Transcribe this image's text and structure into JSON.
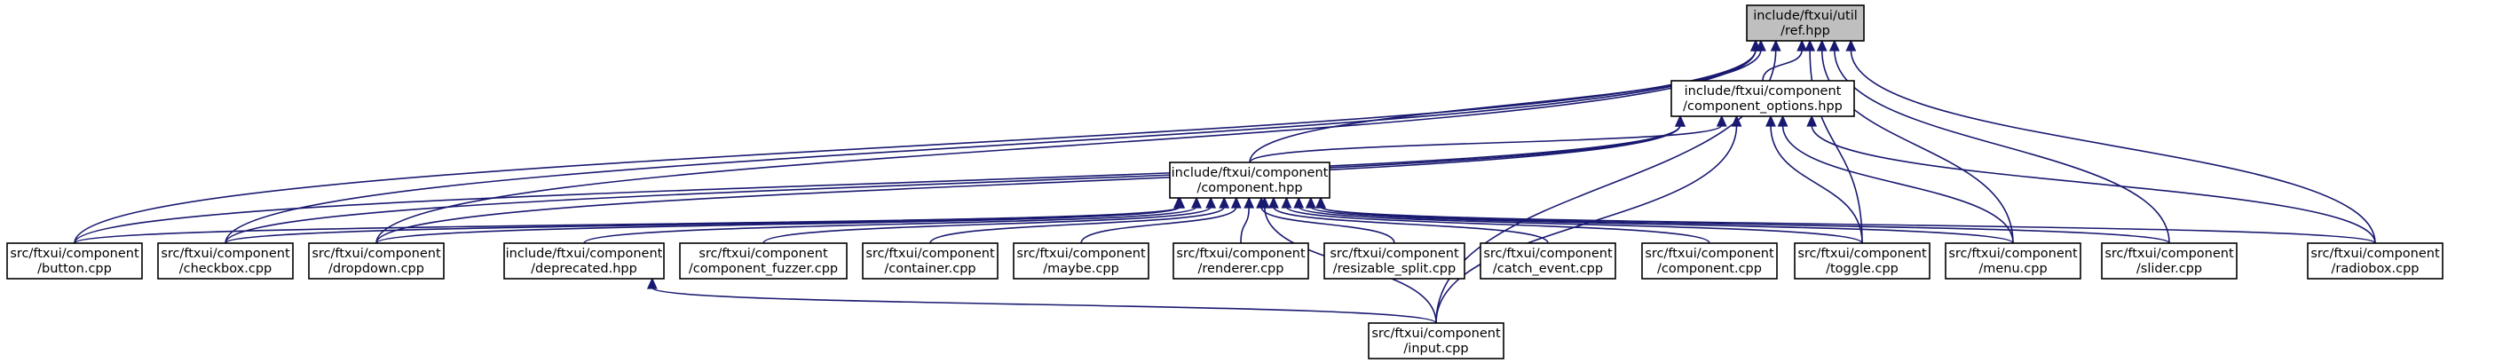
{
  "graph": {
    "nodes": [
      {
        "id": "ref",
        "root": true,
        "lines": [
          "include/ftxui/util",
          "/ref.hpp"
        ]
      },
      {
        "id": "opts",
        "lines": [
          "include/ftxui/component",
          "/component_options.hpp"
        ]
      },
      {
        "id": "comp",
        "lines": [
          "include/ftxui/component",
          "/component.hpp"
        ]
      },
      {
        "id": "button",
        "lines": [
          "src/ftxui/component",
          "/button.cpp"
        ]
      },
      {
        "id": "checkbox",
        "lines": [
          "src/ftxui/component",
          "/checkbox.cpp"
        ]
      },
      {
        "id": "dropdown",
        "lines": [
          "src/ftxui/component",
          "/dropdown.cpp"
        ]
      },
      {
        "id": "deprecated",
        "lines": [
          "include/ftxui/component",
          "/deprecated.hpp"
        ]
      },
      {
        "id": "fuzzer",
        "lines": [
          "src/ftxui/component",
          "/component_fuzzer.cpp"
        ]
      },
      {
        "id": "container",
        "lines": [
          "src/ftxui/component",
          "/container.cpp"
        ]
      },
      {
        "id": "maybe",
        "lines": [
          "src/ftxui/component",
          "/maybe.cpp"
        ]
      },
      {
        "id": "renderer",
        "lines": [
          "src/ftxui/component",
          "/renderer.cpp"
        ]
      },
      {
        "id": "resizable",
        "lines": [
          "src/ftxui/component",
          "/resizable_split.cpp"
        ]
      },
      {
        "id": "catch",
        "lines": [
          "src/ftxui/component",
          "/catch_event.cpp"
        ]
      },
      {
        "id": "componentcpp",
        "lines": [
          "src/ftxui/component",
          "/component.cpp"
        ]
      },
      {
        "id": "toggle",
        "lines": [
          "src/ftxui/component",
          "/toggle.cpp"
        ]
      },
      {
        "id": "menu",
        "lines": [
          "src/ftxui/component",
          "/menu.cpp"
        ]
      },
      {
        "id": "slider",
        "lines": [
          "src/ftxui/component",
          "/slider.cpp"
        ]
      },
      {
        "id": "radiobox",
        "lines": [
          "src/ftxui/component",
          "/radiobox.cpp"
        ]
      },
      {
        "id": "input",
        "lines": [
          "src/ftxui/component",
          "/input.cpp"
        ]
      }
    ],
    "edges": [
      [
        "button",
        "ref"
      ],
      [
        "checkbox",
        "ref"
      ],
      [
        "dropdown",
        "ref"
      ],
      [
        "comp",
        "ref"
      ],
      [
        "opts",
        "ref"
      ],
      [
        "toggle",
        "ref"
      ],
      [
        "menu",
        "ref"
      ],
      [
        "slider",
        "ref"
      ],
      [
        "radiobox",
        "ref"
      ],
      [
        "input",
        "ref"
      ],
      [
        "comp",
        "opts"
      ],
      [
        "button",
        "opts"
      ],
      [
        "checkbox",
        "opts"
      ],
      [
        "dropdown",
        "opts"
      ],
      [
        "toggle",
        "opts"
      ],
      [
        "menu",
        "opts"
      ],
      [
        "radiobox",
        "opts"
      ],
      [
        "input",
        "opts"
      ],
      [
        "button",
        "comp"
      ],
      [
        "checkbox",
        "comp"
      ],
      [
        "dropdown",
        "comp"
      ],
      [
        "deprecated",
        "comp"
      ],
      [
        "fuzzer",
        "comp"
      ],
      [
        "container",
        "comp"
      ],
      [
        "maybe",
        "comp"
      ],
      [
        "renderer",
        "comp"
      ],
      [
        "resizable",
        "comp"
      ],
      [
        "catch",
        "comp"
      ],
      [
        "componentcpp",
        "comp"
      ],
      [
        "toggle",
        "comp"
      ],
      [
        "menu",
        "comp"
      ],
      [
        "slider",
        "comp"
      ],
      [
        "radiobox",
        "comp"
      ],
      [
        "input",
        "comp"
      ],
      [
        "input",
        "deprecated"
      ]
    ]
  }
}
